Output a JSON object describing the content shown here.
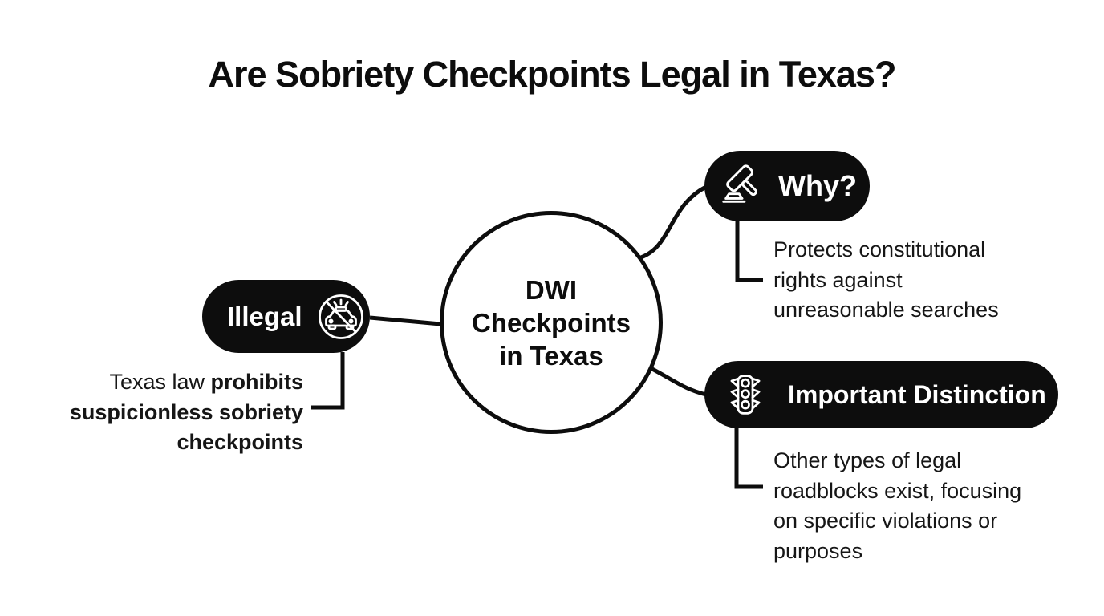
{
  "title": "Are Sobriety Checkpoints Legal in Texas?",
  "colors": {
    "ink": "#0d0d0d",
    "background": "#ffffff",
    "text_on_dark": "#ffffff"
  },
  "center_node": {
    "lines": [
      "DWI",
      "Checkpoints",
      "in Texas"
    ]
  },
  "branches": {
    "illegal": {
      "label": "Illegal",
      "icon": "no-police-car-icon",
      "desc_line1_normal": "Texas law ",
      "desc_line1_bold": "prohibits",
      "desc_line2_bold": "suspicionless sobriety",
      "desc_line3_bold": "checkpoints"
    },
    "why": {
      "label": "Why?",
      "icon": "gavel-icon",
      "desc_lines": [
        "Protects constitutional",
        "rights against",
        "unreasonable searches"
      ]
    },
    "distinction": {
      "label": "Important Distinction",
      "icon": "traffic-light-icon",
      "desc_lines": [
        "Other types of legal",
        "roadblocks exist, focusing",
        "on specific violations or",
        "purposes"
      ]
    }
  }
}
